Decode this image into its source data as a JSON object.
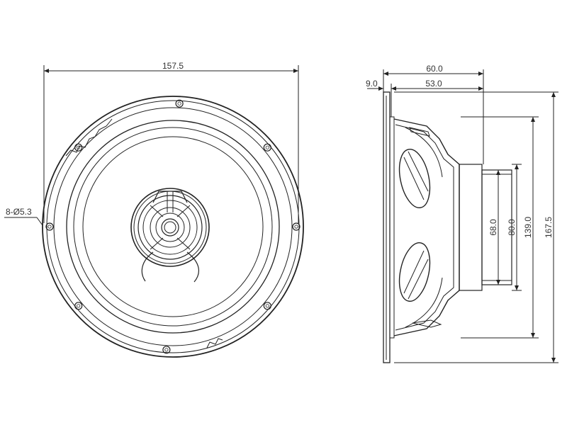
{
  "colors": {
    "line": "#222222",
    "text": "#333333",
    "background": "#ffffff"
  },
  "front_view": {
    "overall_diameter": "157.5",
    "mounting_holes": "8-Ø5.3"
  },
  "side_view": {
    "flange_thickness": "9.0",
    "total_depth": "60.0",
    "mounting_depth": "53.0",
    "magnet_diameter": "68.0",
    "magnet_outer": "80.0",
    "basket_diameter": "139.0",
    "overall_height": "167.5"
  }
}
